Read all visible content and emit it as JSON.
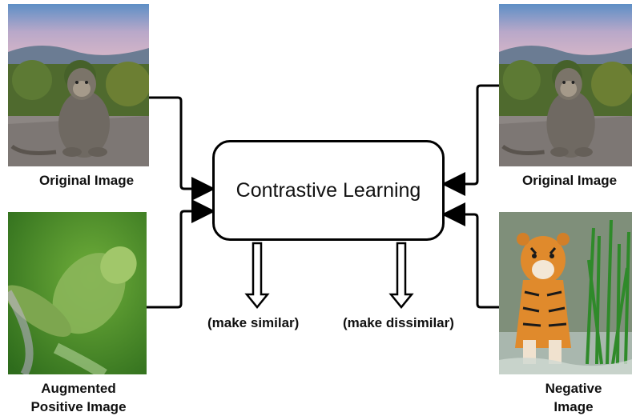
{
  "center": {
    "title": "Contrastive Learning"
  },
  "left_top": {
    "label": "Original Image"
  },
  "left_bottom": {
    "label_line1": "Augmented",
    "label_line2": "Positive Image"
  },
  "right_top": {
    "label": "Original Image"
  },
  "right_bottom": {
    "label_line1": "Negative",
    "label_line2": "Image"
  },
  "outputs": {
    "similar": "(make similar)",
    "dissimilar": "(make dissimilar)"
  }
}
